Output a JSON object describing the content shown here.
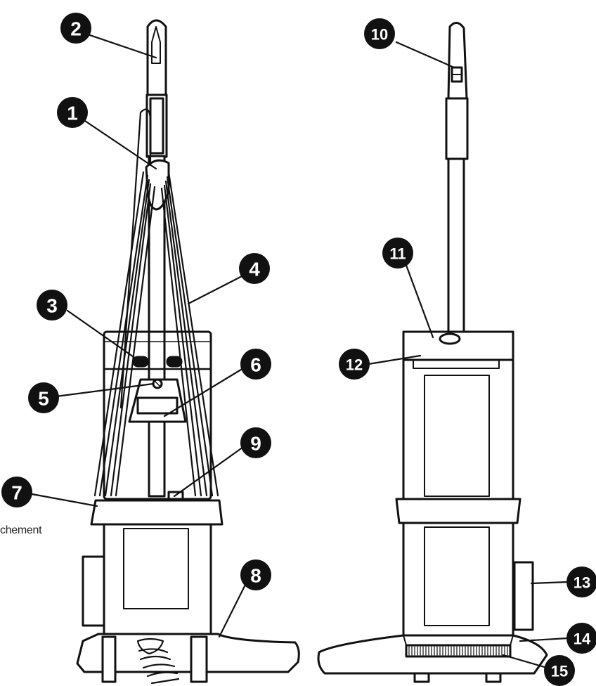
{
  "callouts": [
    "1",
    "2",
    "3",
    "4",
    "5",
    "6",
    "7",
    "8",
    "9",
    "10",
    "11",
    "12",
    "13",
    "14",
    "15"
  ],
  "side_caption": "chement"
}
